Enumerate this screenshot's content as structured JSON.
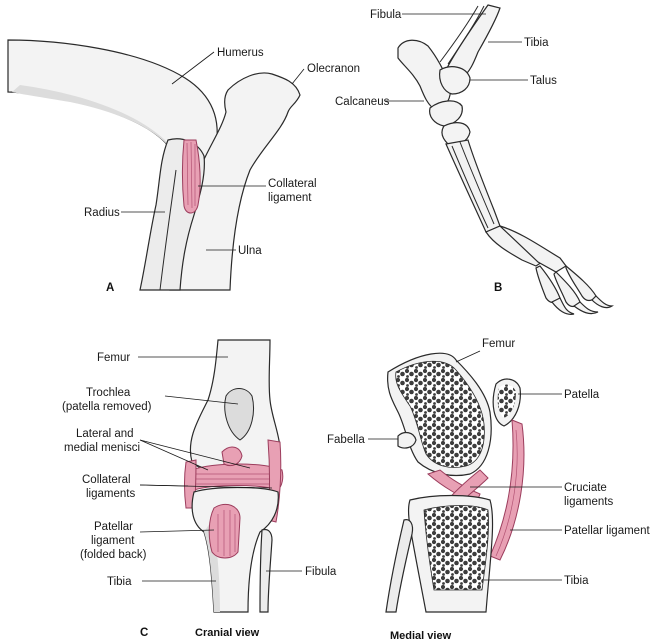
{
  "panels": {
    "a": {
      "letter": "A",
      "labels": {
        "humerus": "Humerus",
        "olecranon": "Olecranon",
        "collateral_1": "Collateral",
        "collateral_2": "ligament",
        "radius": "Radius",
        "ulna": "Ulna"
      }
    },
    "b": {
      "letter": "B",
      "labels": {
        "fibula": "Fibula",
        "tibia": "Tibia",
        "talus": "Talus",
        "calcaneus": "Calcaneus"
      }
    },
    "c": {
      "letter": "C",
      "view": "Cranial view",
      "labels": {
        "femur": "Femur",
        "trochlea_1": "Trochlea",
        "trochlea_2": "(patella removed)",
        "menisci_1": "Lateral and",
        "menisci_2": "medial menisci",
        "collateral_1": "Collateral",
        "collateral_2": "ligaments",
        "patellar_1": "Patellar",
        "patellar_2": "ligament",
        "patellar_3": "(folded back)",
        "tibia": "Tibia",
        "fibula": "Fibula"
      }
    },
    "medial": {
      "view": "Medial view",
      "labels": {
        "femur": "Femur",
        "patella": "Patella",
        "fabella": "Fabella",
        "cruciate_1": "Cruciate",
        "cruciate_2": "ligaments",
        "patellar_ligament": "Patellar ligament",
        "tibia": "Tibia"
      }
    }
  }
}
